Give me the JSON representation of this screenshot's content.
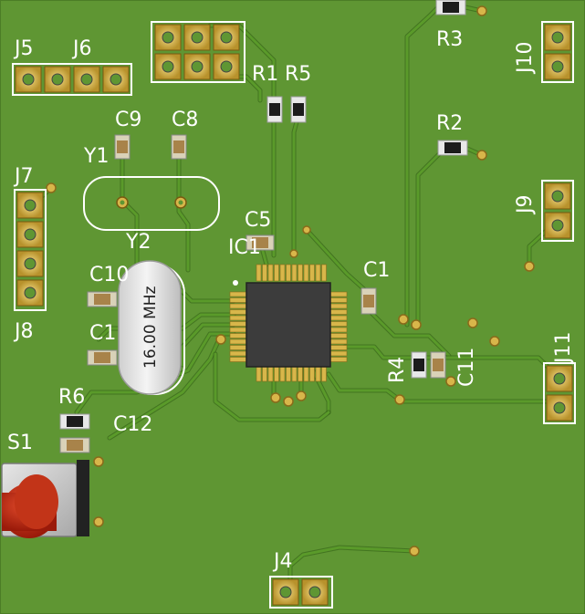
{
  "board": {
    "substrate_color": "#5f9633",
    "silk_color": "#ffffff",
    "pad_color": "#d8b64a",
    "chip_color": "#3c3c3c"
  },
  "labels": {
    "j5": "J5",
    "j6": "J6",
    "j7": "J7",
    "j8": "J8",
    "j9": "J9",
    "j10": "J10",
    "j11": "J11",
    "j4": "J4",
    "r1": "R1",
    "r5": "R5",
    "r2": "R2",
    "r3": "R3",
    "r4": "R4",
    "r6": "R6",
    "c1_top": "C1",
    "c1_left": "C1",
    "c10": "C10",
    "c5": "C5",
    "c8": "C8",
    "c9": "C9",
    "c11": "C11",
    "c12": "C12",
    "y1": "Y1",
    "y2": "Y2",
    "ic1": "IC1",
    "s1": "S1"
  },
  "crystal": {
    "marking": "16.00 MHz"
  }
}
